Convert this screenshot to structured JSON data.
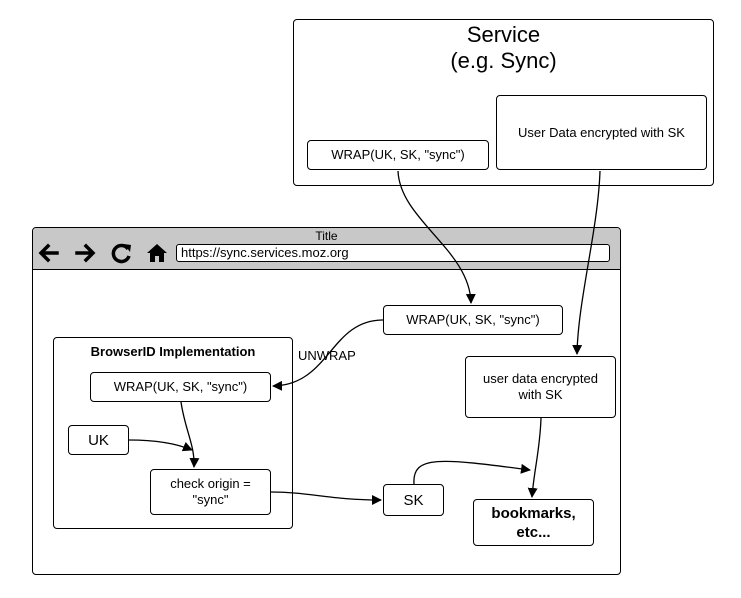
{
  "service": {
    "title_line1": "Service",
    "title_line2": "(e.g. Sync)",
    "wrap_label": "WRAP(UK, SK, \"sync\")",
    "data_label": "User Data encrypted with SK"
  },
  "browser": {
    "title": "Title",
    "url": "https://sync.services.moz.org",
    "nav_icons": [
      "back-arrow-icon",
      "forward-arrow-icon",
      "reload-icon",
      "home-icon"
    ],
    "wrap_label": "WRAP(UK, SK, \"sync\")",
    "unwrap_label": "UNWRAP",
    "user_data_label": "user data encrypted with SK",
    "sk_label": "SK",
    "bookmarks_label": "bookmarks, etc..."
  },
  "browserid": {
    "title": "BrowserID Implementation",
    "wrap_label": "WRAP(UK, SK, \"sync\")",
    "uk_label": "UK",
    "check_label": "check origin = \"sync\""
  }
}
